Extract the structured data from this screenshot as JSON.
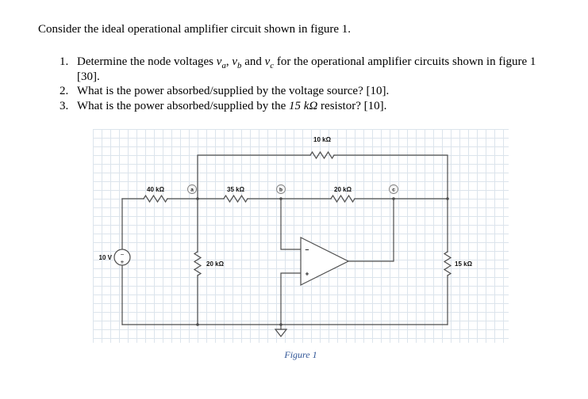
{
  "page": {
    "intro": "Consider the ideal operational amplifier circuit shown in figure 1.",
    "questions": [
      {
        "num": "1.",
        "segments": [
          {
            "t": "text",
            "v": "Determine the node voltages "
          },
          {
            "t": "var",
            "v": "v",
            "sub": "a"
          },
          {
            "t": "text",
            "v": ", "
          },
          {
            "t": "var",
            "v": "v",
            "sub": "b"
          },
          {
            "t": "text",
            "v": " and "
          },
          {
            "t": "var",
            "v": "v",
            "sub": "c"
          },
          {
            "t": "text",
            "v": " for the operational amplifier circuits shown in figure 1 [30]."
          }
        ]
      },
      {
        "num": "2.",
        "segments": [
          {
            "t": "text",
            "v": "What is the power absorbed/supplied by the voltage source? [10]."
          }
        ]
      },
      {
        "num": "3.",
        "segments": [
          {
            "t": "text",
            "v": "What is the power absorbed/supplied by the "
          },
          {
            "t": "math",
            "v": "15 kΩ"
          },
          {
            "t": "text",
            "v": " resistor? [10]."
          }
        ]
      }
    ]
  },
  "figure": {
    "caption": "Figure 1",
    "source_label": "10 V",
    "source": {
      "plus": "+",
      "minus": "−"
    },
    "resistors": {
      "r40": "40 kΩ",
      "r35": "35 kΩ",
      "r20h": "20 kΩ",
      "r10": "10 kΩ",
      "r20v": "20 kΩ",
      "r15": "15 kΩ"
    },
    "nodes": {
      "a": "a",
      "b": "b",
      "c": "c"
    },
    "opamp": {
      "minus": "−",
      "plus": "+"
    }
  },
  "colors": {
    "wire": "#4d4d4d",
    "grid": "#dce4ec",
    "caption": "#2F5496"
  }
}
